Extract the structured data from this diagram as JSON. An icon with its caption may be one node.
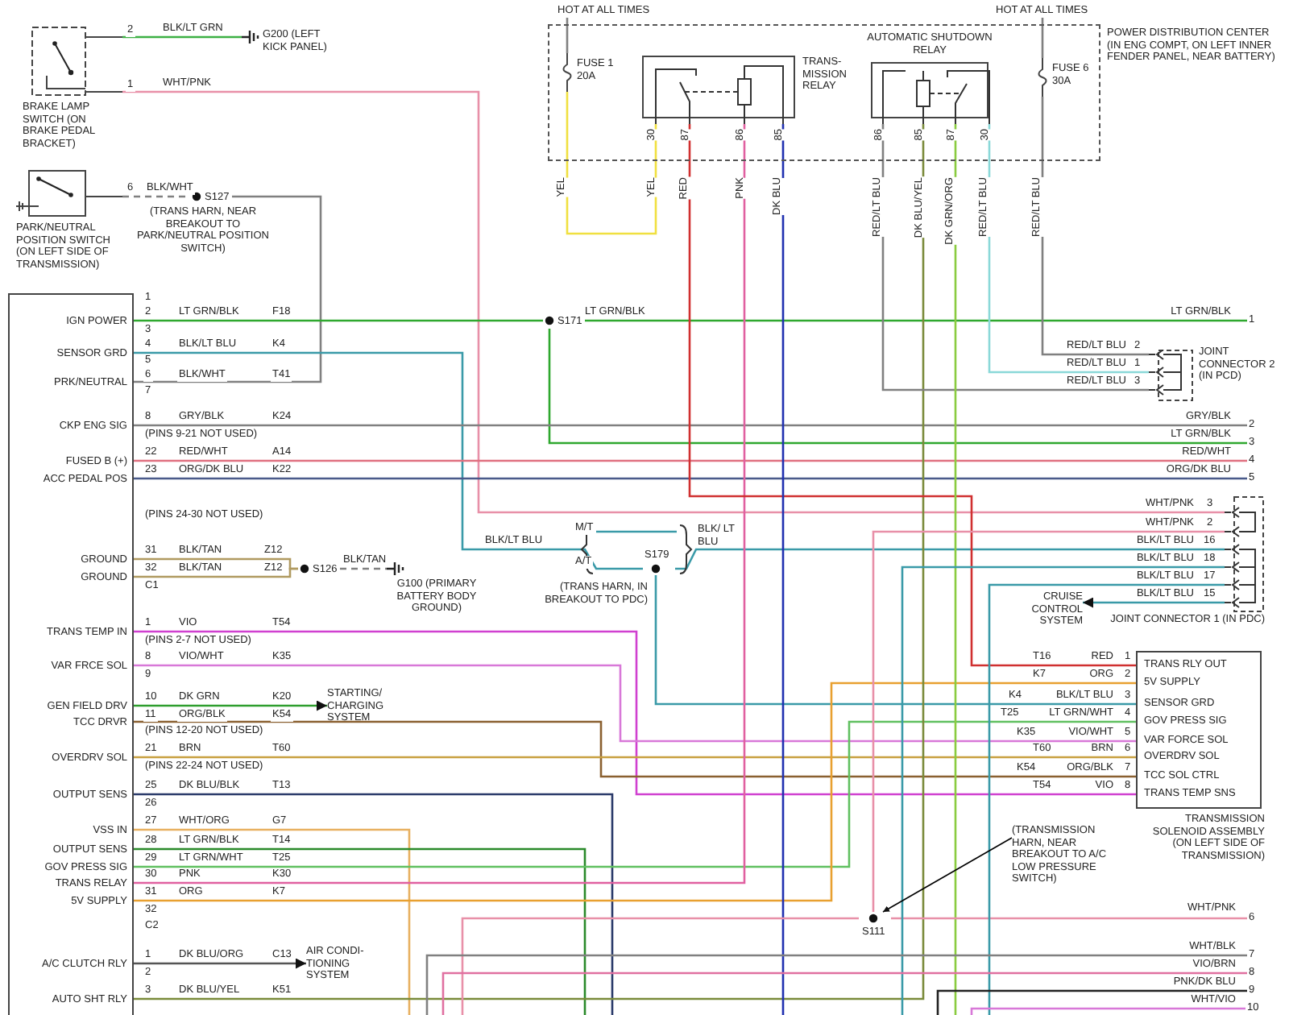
{
  "diagram": {
    "nodes": [
      {
        "text": [
          "IGN POWER",
          "SENSOR GRD",
          "PRK/NEUTRAL",
          "CKP ENG SIG",
          "FUSED B (+)",
          "ACC PEDAL POS",
          "GROUND",
          "GROUND",
          "TRANS TEMP IN",
          "VAR FRCE SOL",
          "GEN FIELD DRV",
          "TCC DRVR",
          "OVERDRV SOL",
          "OUTPUT SENS",
          "VSS IN",
          "OUTPUT SENS",
          "GOV PRESS SIG",
          "TRANS RELAY",
          "5V SUPPLY",
          "A/C CLUTCH RLY",
          "AUTO SHT RLY"
        ]
      },
      {
        "text": [
          "BRAKE LAMP SWITCH (ON BRAKE PEDAL BRACKET)"
        ]
      },
      {
        "text": [
          "G200 (LEFT KICK PANEL)"
        ]
      },
      {
        "text": [
          "PARK/NEUTRAL POSITION SWITCH (ON LEFT SIDE OF TRANSMISSION)"
        ]
      },
      {
        "text": [
          "S127"
        ],
        "beside": [
          "(TRANS HARN, NEAR BREAKOUT TO PARK/NEUTRAL POSITION SWITCH)"
        ]
      },
      {
        "text": [
          "POWER DISTRIBUTION CENTER (IN ENG COMPT, ON LEFT INNER FENDER PANEL, NEAR BATTERY)"
        ]
      },
      {
        "text": [
          "FUSE 1 20A"
        ],
        "in": 5
      },
      {
        "text": [
          "TRANS- MISSION RELAY"
        ],
        "in": 5
      },
      {
        "text": [
          "AUTOMATIC SHUTDOWN RELAY"
        ],
        "in": 5
      },
      {
        "text": [
          "FUSE 6 30A"
        ],
        "in": 5
      },
      {
        "text": [
          "S171"
        ]
      },
      {
        "text": [],
        "shape": "box",
        "beside": [
          "JOINT CONNECTOR 2 (IN PCD)"
        ]
      },
      {
        "text": [
          "S126"
        ]
      },
      {
        "text": [
          "G100 (PRIMARY BATTERY BODY GROUND)"
        ]
      },
      {
        "text": [
          "S179"
        ],
        "beside": [
          "(TRANS HARN, IN BREAKOUT TO PDC)"
        ]
      },
      {
        "text": [],
        "shape": "box",
        "beside": [
          "JOINT CONNECTOR 1 (IN PDC)"
        ]
      },
      {
        "text": [
          "CRUISE CONTROL SYSTEM"
        ]
      },
      {
        "text": [
          "TRANS RLY OUT",
          "5V SUPPLY",
          "SENSOR GRD",
          "GOV PRESS SIG",
          "VAR FORCE SOL",
          "OVERDRV SOL",
          "TCC SOL CTRL",
          "TRANS TEMP SNS",
          "TRANSMISSION SOLENOID ASSEMBLY (ON LEFT SIDE OF TRANSMISSION)"
        ]
      },
      {
        "text": [
          "STARTING/ CHARGING SYSTEM"
        ]
      },
      {
        "text": [
          "S111"
        ]
      },
      {
        "text": [
          "(TRANSMISSION HARN, NEAR BREAKOUT TO A/C LOW PRESSURE SWITCH)"
        ]
      },
      {
        "text": [
          "AIR CONDI- TIONING SYSTEM"
        ]
      },
      {
        "text": [
          "HOT AT ALL TIMES"
        ]
      },
      {
        "text": [
          "HOT AT ALL TIMES"
        ]
      },
      {
        "text": [
          "1"
        ]
      },
      {
        "text": [
          "2"
        ]
      },
      {
        "text": [
          "3"
        ]
      },
      {
        "text": [
          "4"
        ]
      },
      {
        "text": [
          "5"
        ]
      },
      {
        "text": [
          "6"
        ]
      },
      {
        "text": [
          "7"
        ]
      },
      {
        "text": [
          "8"
        ]
      },
      {
        "text": [
          "9"
        ]
      },
      {
        "text": [
          "10"
        ]
      }
    ],
    "edges": [
      {
        "from": 1,
        "to": 2,
        "arrow": "none",
        "label": "BLK/LT GRN",
        "color": "#3cb043"
      },
      {
        "from": 1,
        "to": 15,
        "arrow": "none",
        "label": "WHT/PNK",
        "color": "#e890a8"
      },
      {
        "from": 3,
        "to": 4,
        "arrow": "none",
        "label": "BLK/WHT",
        "style": "dashed"
      },
      {
        "from": 4,
        "to": 0,
        "arrow": "none",
        "label": "BLK/WHT"
      },
      {
        "from": 0,
        "to": 10,
        "arrow": "none",
        "label": "LT GRN/BLK",
        "color": "#2fa82f"
      },
      {
        "from": 10,
        "to": 24,
        "arrow": "none",
        "label": "LT GRN/BLK",
        "color": "#2fa82f"
      },
      {
        "from": 10,
        "to": 26,
        "arrow": "none",
        "label": "LT GRN/BLK",
        "color": "#2fa82f"
      },
      {
        "from": 0,
        "to": 14,
        "arrow": "none",
        "label": "BLK/LT BLU",
        "color": "#3a9aa8"
      },
      {
        "from": 14,
        "to": 15,
        "arrow": "none",
        "label": "BLK/ LT BLU",
        "color": "#3a9aa8"
      },
      {
        "from": 14,
        "to": 17,
        "arrow": "none",
        "label": "BLK/LT BLU",
        "color": "#3a9aa8"
      },
      {
        "from": 0,
        "to": 25,
        "arrow": "none",
        "label": "GRY/BLK"
      },
      {
        "from": 0,
        "to": 27,
        "arrow": "none",
        "label": "RED/WHT",
        "color": "#e07080"
      },
      {
        "from": 0,
        "to": 28,
        "arrow": "none",
        "label": "ORG/DK BLU",
        "color": "#4a5a8a"
      },
      {
        "from": 0,
        "to": 12,
        "arrow": "none",
        "label": "BLK/TAN",
        "color": "#b09a60"
      },
      {
        "from": 0,
        "to": 12,
        "arrow": "none",
        "label": "BLK/TAN",
        "color": "#b09a60"
      },
      {
        "from": 12,
        "to": 13,
        "arrow": "none",
        "label": "BLK/TAN",
        "style": "dashed"
      },
      {
        "from": 0,
        "to": 17,
        "arrow": "none",
        "label": "VIO",
        "color": "#d040d0"
      },
      {
        "from": 0,
        "to": 17,
        "arrow": "none",
        "label": "VIO/WHT",
        "color": "#d878d8"
      },
      {
        "from": 0,
        "to": 18,
        "arrow": "to",
        "label": "DK GRN",
        "color": "#2e9e2e"
      },
      {
        "from": 0,
        "to": 17,
        "arrow": "none",
        "label": "ORG/BLK",
        "color": "#8a6030"
      },
      {
        "from": 0,
        "to": 17,
        "arrow": "none",
        "label": "BRN",
        "color": "#c8a040"
      },
      {
        "from": 0,
        "to": null,
        "arrow": "none",
        "label": "DK BLU/BLK",
        "color": "#2a3a6a"
      },
      {
        "from": 0,
        "to": null,
        "arrow": "none",
        "label": "WHT/ORG",
        "color": "#e8b060"
      },
      {
        "from": 0,
        "to": null,
        "arrow": "none",
        "label": "LT GRN/BLK",
        "color": "#2a8a2a"
      },
      {
        "from": 0,
        "to": 17,
        "arrow": "none",
        "label": "LT GRN/WHT",
        "color": "#60c060"
      },
      {
        "from": 0,
        "to": 7,
        "arrow": "none",
        "label": "PNK",
        "color": "#e060a0"
      },
      {
        "from": 0,
        "to": 17,
        "arrow": "none",
        "label": "ORG",
        "color": "#e8a030"
      },
      {
        "from": 0,
        "to": 21,
        "arrow": "to",
        "label": "DK BLU/ORG",
        "color": "#555555"
      },
      {
        "from": 0,
        "to": 8,
        "arrow": "none",
        "label": "DK BLU/YEL",
        "color": "#7a8a3a"
      },
      {
        "from": 6,
        "to": 7,
        "arrow": "none",
        "label": "YEL",
        "color": "#f0e040"
      },
      {
        "from": 7,
        "to": 17,
        "arrow": "none",
        "label": "RED",
        "color": "#d03030"
      },
      {
        "from": 7,
        "to": null,
        "arrow": "none",
        "label": "DK BLU",
        "color": "#2030b0"
      },
      {
        "from": 8,
        "to": 11,
        "arrow": "none",
        "label": "RED/LT BLU"
      },
      {
        "from": 8,
        "to": null,
        "arrow": "none",
        "label": "DK GRN/ORG",
        "color": "#8acb40"
      },
      {
        "from": 8,
        "to": 11,
        "arrow": "none",
        "label": "RED/LT BLU",
        "color": "#8ad8d8"
      },
      {
        "from": 9,
        "to": 11,
        "arrow": "none",
        "label": "RED/LT BLU"
      },
      {
        "from": 15,
        "to": 19,
        "arrow": "none",
        "label": "WHT/PNK",
        "color": "#e890a8"
      },
      {
        "from": 19,
        "to": 29,
        "arrow": "none",
        "label": "WHT/PNK",
        "color": "#e890a8"
      },
      {
        "from": 19,
        "to": null,
        "arrow": "none",
        "color": "#e890a8"
      },
      {
        "from": 15,
        "to": null,
        "arrow": "none",
        "label": "BLK/LT BLU",
        "color": "#3a9aa8"
      },
      {
        "from": 15,
        "to": null,
        "arrow": "none",
        "label": "BLK/LT BLU",
        "color": "#3a9aa8"
      },
      {
        "from": 15,
        "to": 16,
        "arrow": "to",
        "label": "BLK/LT BLU",
        "color": "#3a9aa8"
      },
      {
        "from": 20,
        "to": 19,
        "arrow": "to",
        "color": "#000000"
      },
      {
        "from": 22,
        "to": 6,
        "arrow": "none"
      },
      {
        "from": 23,
        "to": 9,
        "arrow": "none"
      },
      {
        "from": null,
        "to": 30,
        "arrow": "none",
        "label": "WHT/BLK"
      },
      {
        "from": null,
        "to": 31,
        "arrow": "none",
        "label": "VIO/BRN",
        "color": "#e070a0"
      },
      {
        "from": null,
        "to": 32,
        "arrow": "none",
        "label": "PNK/DK BLU",
        "color": "#222222"
      },
      {
        "from": null,
        "to": 33,
        "arrow": "none",
        "label": "WHT/VIO",
        "color": "#d878d8"
      }
    ],
    "labels": [
      "2",
      "1",
      "6",
      "30",
      "87",
      "86",
      "85",
      "86",
      "85",
      "87",
      "30",
      "YEL",
      "PNK",
      "DK BLU/YEL",
      "LT GRN/BLK",
      "RED/LT BLU",
      "2",
      "RED/LT BLU",
      "1",
      "RED/LT BLU",
      "3",
      "GRY/BLK",
      "RED/WHT",
      "ORG/DK BLU",
      "WHT/PNK",
      "3",
      "2",
      "BLK/LT BLU",
      "16",
      "18",
      "17",
      "15",
      "M/T",
      "A/T",
      "BLK/LT BLU",
      "T16",
      "RED",
      "1",
      "K7",
      "ORG",
      "2",
      "K4",
      "3",
      "T25",
      "LT GRN/WHT",
      "4",
      "K35",
      "VIO/WHT",
      "5",
      "T60",
      "BRN",
      "6",
      "K54",
      "ORG/BLK",
      "7",
      "T54",
      "VIO",
      "8",
      "1",
      "2",
      "F18",
      "3",
      "4",
      "K4",
      "5",
      "6",
      "T41",
      "7",
      "8",
      "K24",
      "(PINS 9-21 NOT USED)",
      "22",
      "A14",
      "23",
      "K22",
      "(PINS 24-30 NOT USED)",
      "31",
      "Z12",
      "32",
      "Z12",
      "C1",
      "1",
      "T54",
      "(PINS 2-7 NOT USED)",
      "8",
      "K35",
      "9",
      "10",
      "K20",
      "11",
      "K54",
      "(PINS 12-20 NOT USED)",
      "21",
      "T60",
      "(PINS 22-24 NOT USED)",
      "25",
      "T13",
      "26",
      "27",
      "G7",
      "28",
      "T14",
      "29",
      "T25",
      "30",
      "K30",
      "31",
      "K7",
      "32",
      "C2",
      "1",
      "C13",
      "2",
      "3",
      "K51"
    ]
  }
}
